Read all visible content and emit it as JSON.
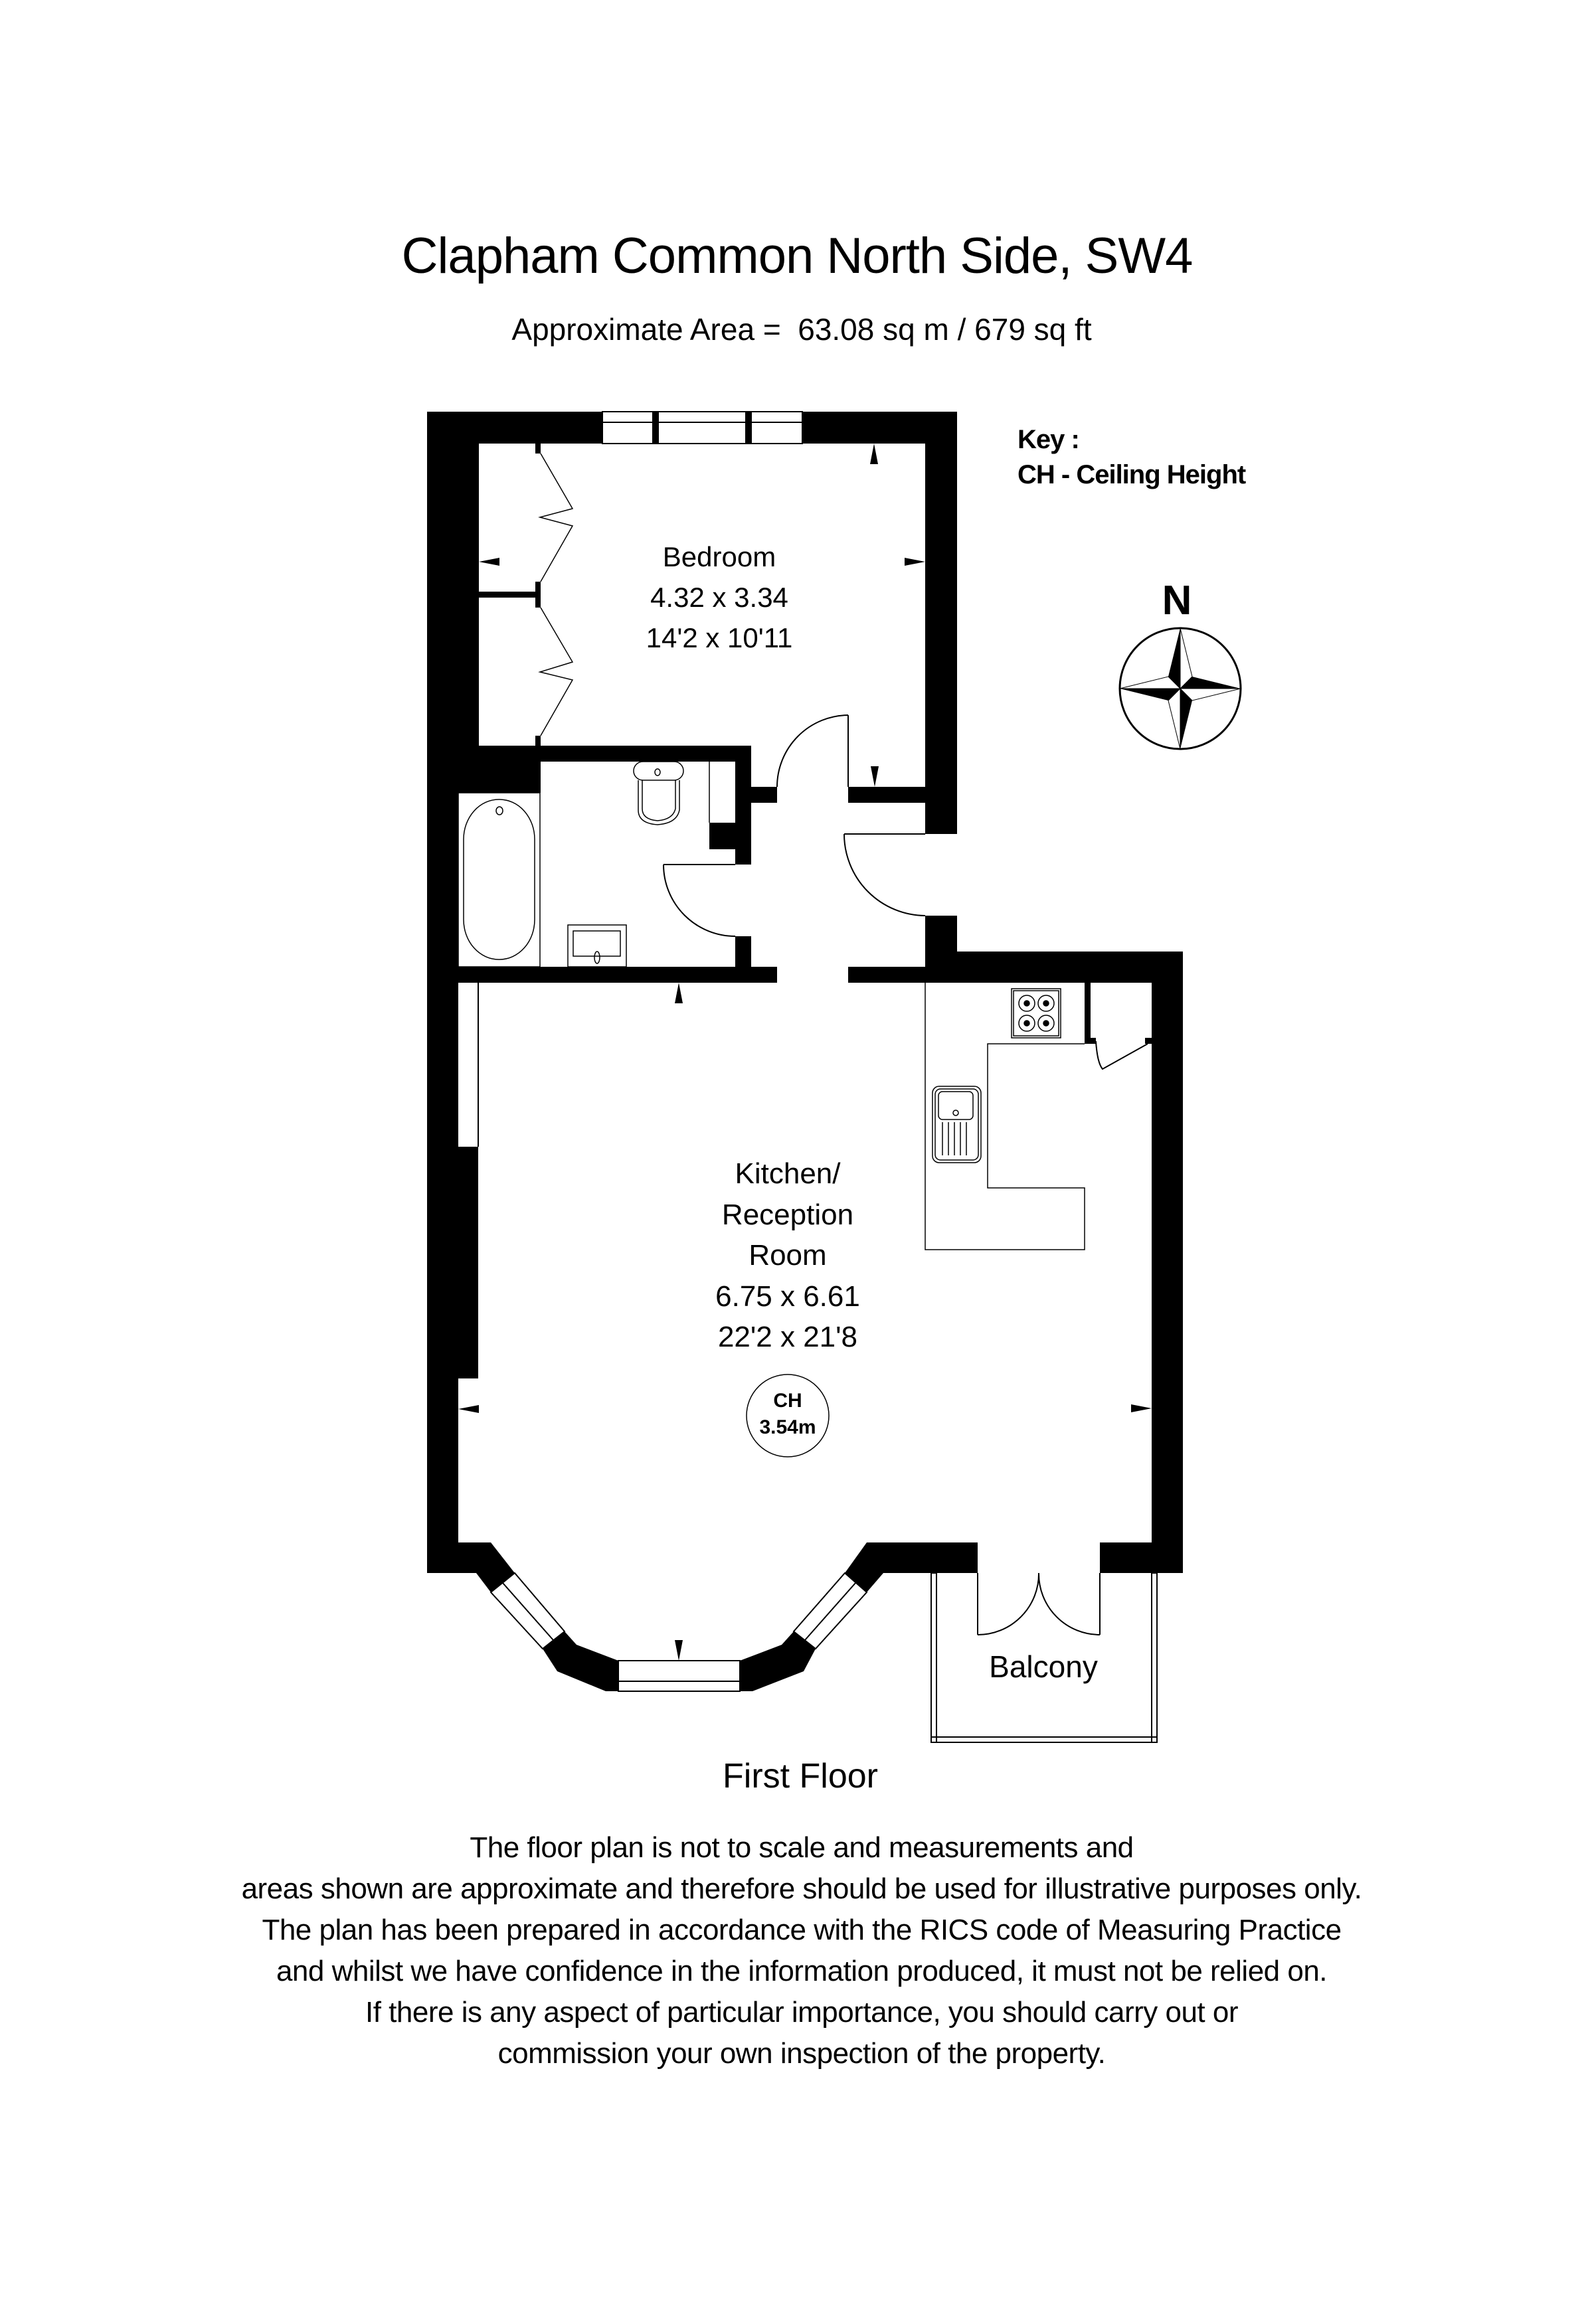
{
  "header": {
    "title": "Clapham Common North Side, SW4",
    "area_label": "Approximate Area =  63.08 sq m / 679 sq ft"
  },
  "key": {
    "heading": "Key :",
    "entries": [
      "CH - Ceiling Height"
    ]
  },
  "compass": {
    "label": "N",
    "icon": "compass-rose-icon"
  },
  "rooms": {
    "bedroom": {
      "name": "Bedroom",
      "metric": "4.32 x 3.34",
      "imperial": "14'2 x 10'11"
    },
    "kitchen_reception": {
      "name_lines": [
        "Kitchen/",
        "Reception",
        "Room"
      ],
      "metric": "6.75 x 6.61",
      "imperial": "22'2 x 21'8",
      "ceiling_height": {
        "label": "CH",
        "value": "3.54m"
      }
    },
    "balcony": {
      "name": "Balcony"
    }
  },
  "floor": {
    "label": "First Floor"
  },
  "disclaimer": {
    "lines": [
      "The floor plan is not to scale and measurements and",
      "areas shown are approximate and therefore should be used for illustrative purposes only.",
      "The plan has been prepared in accordance with the RICS code of Measuring Practice",
      "and whilst we have confidence in the information produced, it must not be relied on.",
      "If there is any aspect of particular importance, you should carry out or",
      "commission your own inspection of the property."
    ]
  },
  "colors": {
    "wall": "#000000",
    "background": "#ffffff",
    "fixture_line": "#000000"
  }
}
